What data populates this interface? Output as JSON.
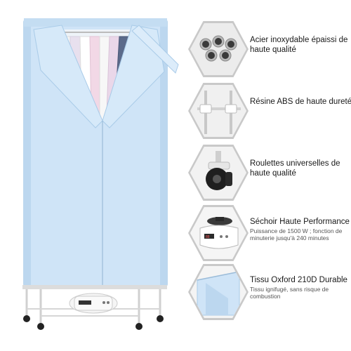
{
  "features": [
    {
      "icon": "steel-tubes-icon",
      "title": "Acier inoxydable épaissi de haute qualité",
      "subtitle": ""
    },
    {
      "icon": "abs-resin-icon",
      "title": "Résine ABS de haute dureté",
      "subtitle": ""
    },
    {
      "icon": "caster-wheel-icon",
      "title": "Roulettes universelles de haute qualité",
      "subtitle": ""
    },
    {
      "icon": "dryer-unit-icon",
      "title": "Séchoir Haute Performance",
      "subtitle": "Puissance de 1500 W ; fonction de minuterie jusqu'à 240 minutes"
    },
    {
      "icon": "oxford-fabric-icon",
      "title": "Tissu Oxford 210D Durable",
      "subtitle": "Tissu ignifugé, sans risque de combustion"
    }
  ],
  "colors": {
    "cover": "#cfe4f7",
    "cover_edge": "#a9cbe8",
    "frame": "#d9d9d9",
    "hex_border": "#c9c9c9"
  }
}
